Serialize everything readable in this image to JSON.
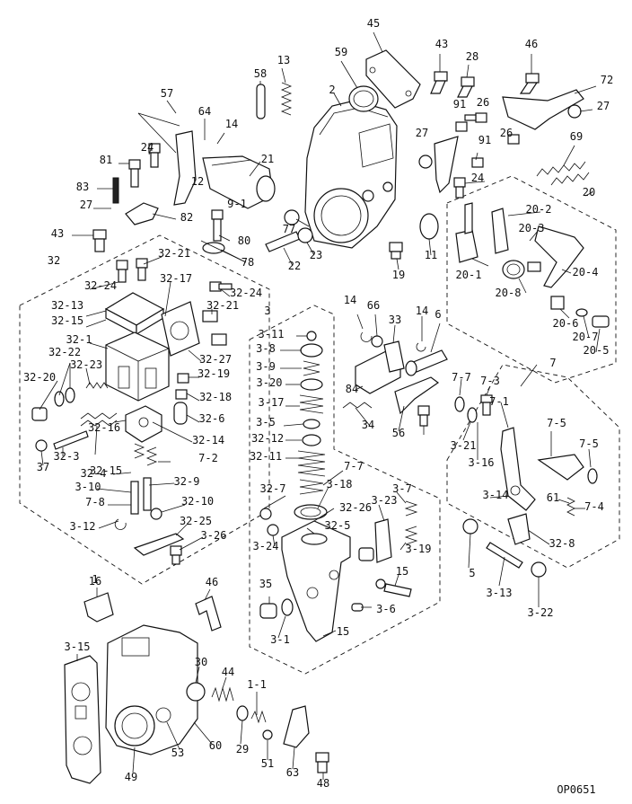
{
  "drawing_ref": "OP0651",
  "labels": [
    "45",
    "13",
    "58",
    "59",
    "2",
    "43",
    "28",
    "46",
    "72",
    "27",
    "57",
    "64",
    "14",
    "26",
    "91",
    "91",
    "24",
    "81",
    "12",
    "21",
    "27",
    "26",
    "69",
    "83",
    "9-1",
    "24",
    "27",
    "82",
    "80",
    "77",
    "43",
    "78",
    "20",
    "20-2",
    "20-3",
    "22",
    "23",
    "19",
    "11",
    "32",
    "32-21",
    "32-24",
    "32-17",
    "20-1",
    "32-24",
    "20-4",
    "32-13",
    "32-15",
    "32-21",
    "20-8",
    "32-1",
    "14",
    "66",
    "33",
    "14",
    "6",
    "20-6",
    "32-22",
    "32-27",
    "3",
    "20-7",
    "32-20",
    "32-23",
    "32-19",
    "3-11",
    "20-5",
    "32-18",
    "84",
    "32-6",
    "3-8",
    "3-9",
    "7",
    "32-16",
    "32-14",
    "3-20",
    "7-7",
    "7-3",
    "3-17",
    "7-1",
    "32-3",
    "32-15",
    "3-5",
    "34",
    "56",
    "37",
    "32-4",
    "32-12",
    "3-21",
    "7-5",
    "7-2",
    "32-11",
    "3-16",
    "7-5",
    "7-7",
    "3-10",
    "32-9",
    "32-7",
    "3-18",
    "3-7",
    "3-14",
    "61",
    "7-4",
    "7-8",
    "32-10",
    "32-26",
    "3-23",
    "3-12",
    "32-25",
    "32-5",
    "3-24",
    "3-19",
    "3-26",
    "32-8",
    "5",
    "15",
    "3-13",
    "16",
    "46",
    "35",
    "3-6",
    "3-22",
    "15",
    "3-1",
    "3-15",
    "30",
    "44",
    "1-1",
    "53",
    "60",
    "29",
    "51",
    "63",
    "49",
    "1",
    "48"
  ]
}
